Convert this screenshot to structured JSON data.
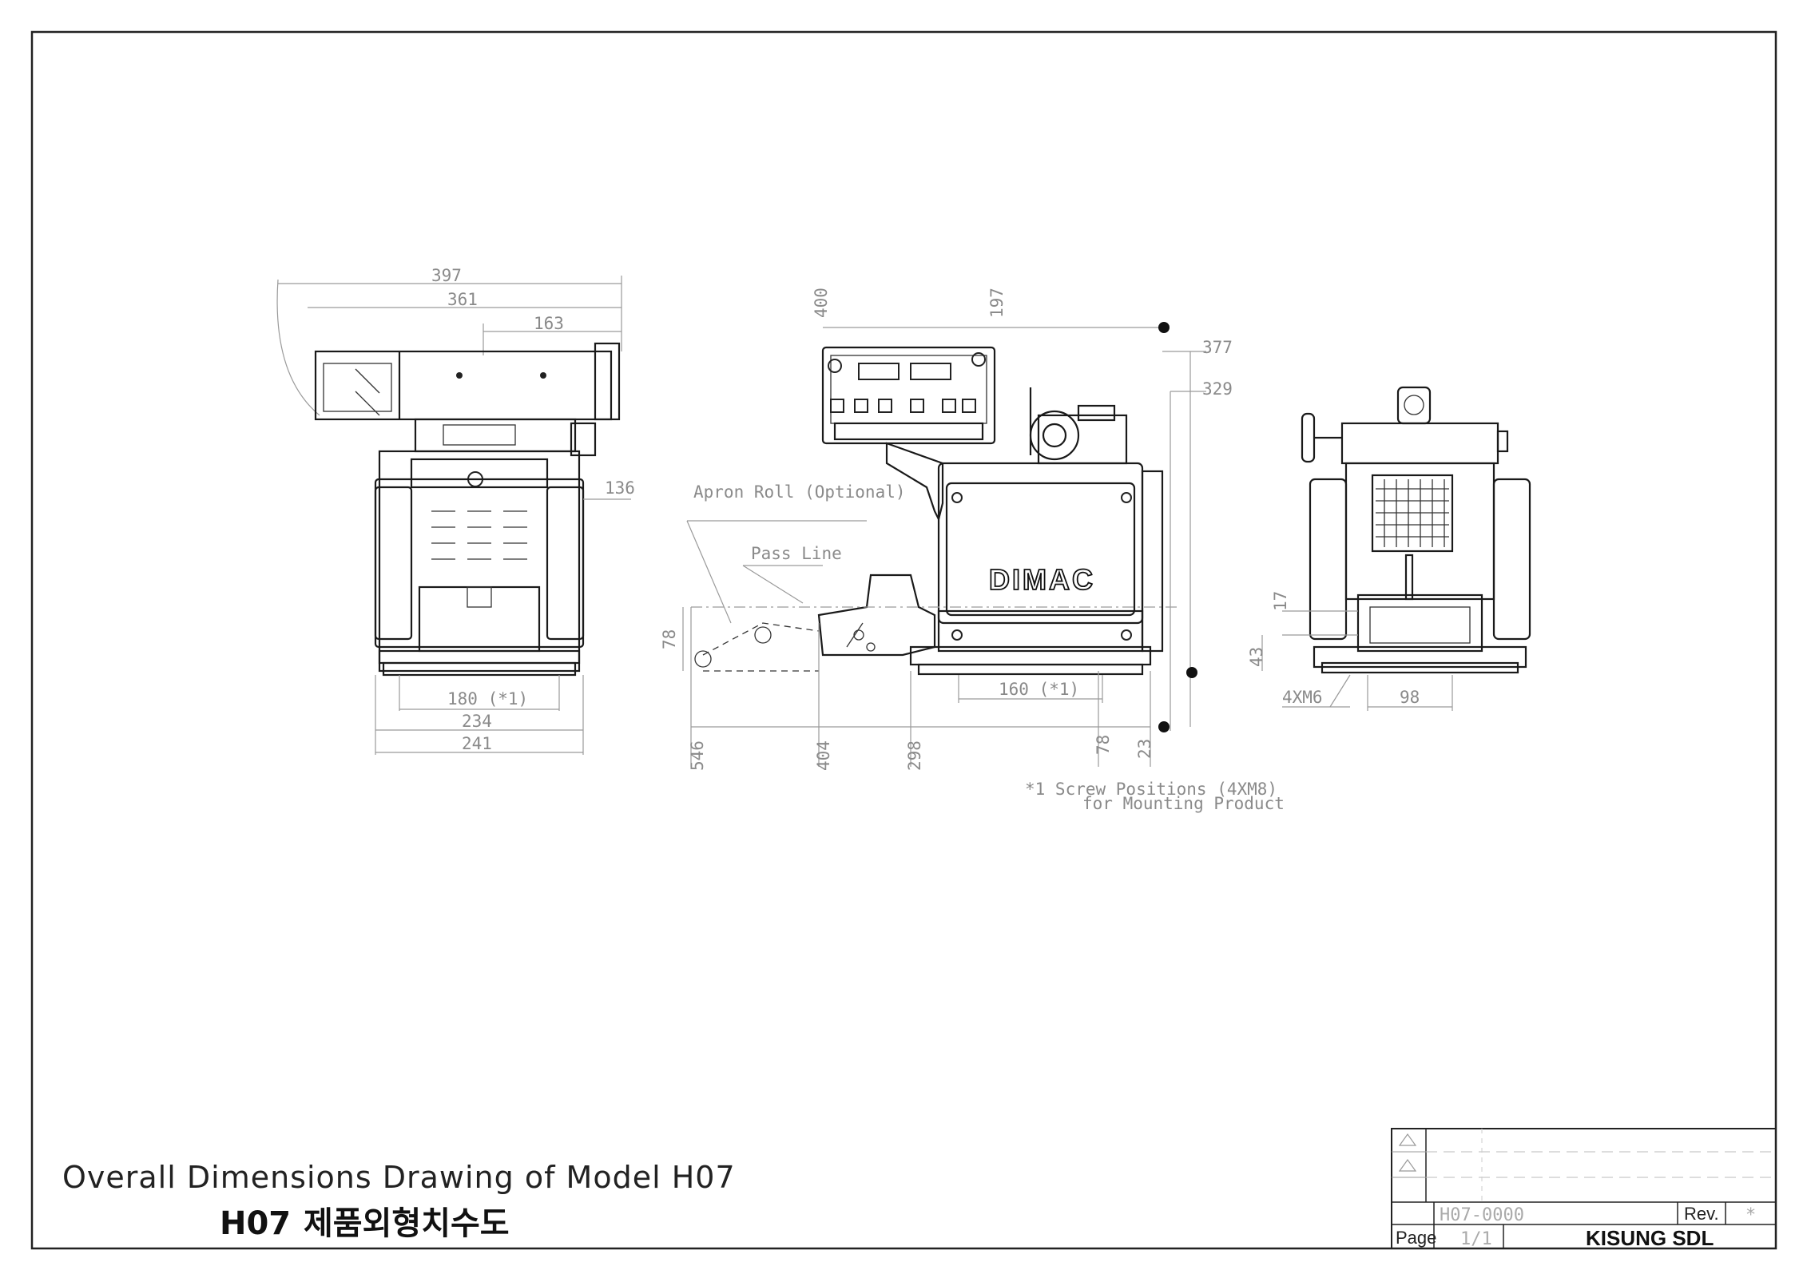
{
  "title": {
    "english": "Overall Dimensions Drawing of Model H07",
    "korean_model": "H07",
    "korean_text": "제품외형치수도"
  },
  "labels": {
    "apron_roll": "Apron Roll (Optional)",
    "pass_line": "Pass Line",
    "brand": "DIMAC",
    "screw_note_1": "*1 Screw Positions (4XM8)",
    "screw_note_2": "for Mounting Product",
    "thread": "4XM6"
  },
  "dimensions": {
    "front": {
      "d397": "397",
      "d361": "361",
      "d163": "163",
      "d136": "136",
      "d180": "180 (*1)",
      "d234": "234",
      "d241": "241"
    },
    "side": {
      "d400": "400",
      "d197": "197",
      "d377": "377",
      "d329": "329",
      "d78": "78",
      "d160": "160 (*1)",
      "d546": "546",
      "d404": "404",
      "d298": "298",
      "d78b": "78",
      "d23": "23"
    },
    "rear": {
      "d17": "17",
      "d43": "43",
      "d98": "98"
    }
  },
  "title_block": {
    "drawing_no": "H07-0000",
    "rev_label": "Rev.",
    "rev_value": "*",
    "page_label": "Page",
    "page_value": "1/1",
    "company": "KISUNG SDL"
  }
}
